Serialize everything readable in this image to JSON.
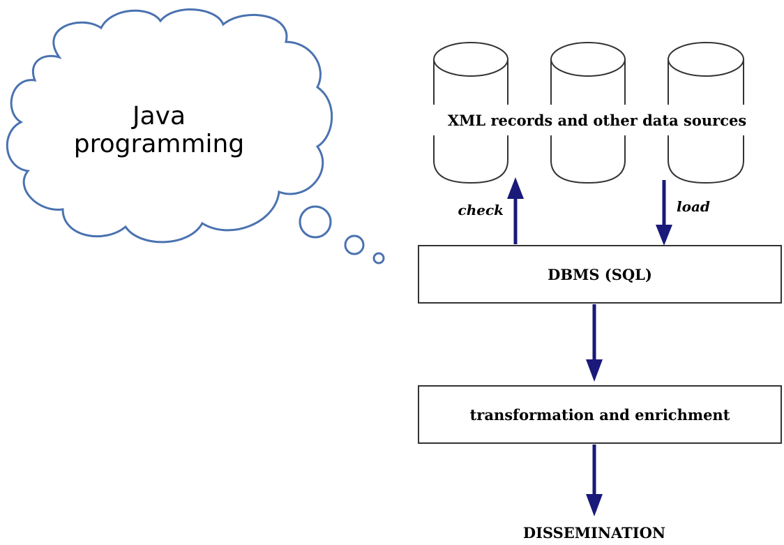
{
  "cloud": {
    "line1": "Java",
    "line2": "programming"
  },
  "databases": {
    "label": "XML records and other data sources",
    "count": 3
  },
  "edges": {
    "check": "check",
    "load": "load"
  },
  "boxes": {
    "dbms": "DBMS (SQL)",
    "transform": "transformation and enrichment"
  },
  "output": {
    "label": "DISSEMINATION"
  },
  "colors": {
    "cloud_stroke": "#4a72b0",
    "arrow": "#1a1a7a",
    "box_stroke": "#333333"
  }
}
